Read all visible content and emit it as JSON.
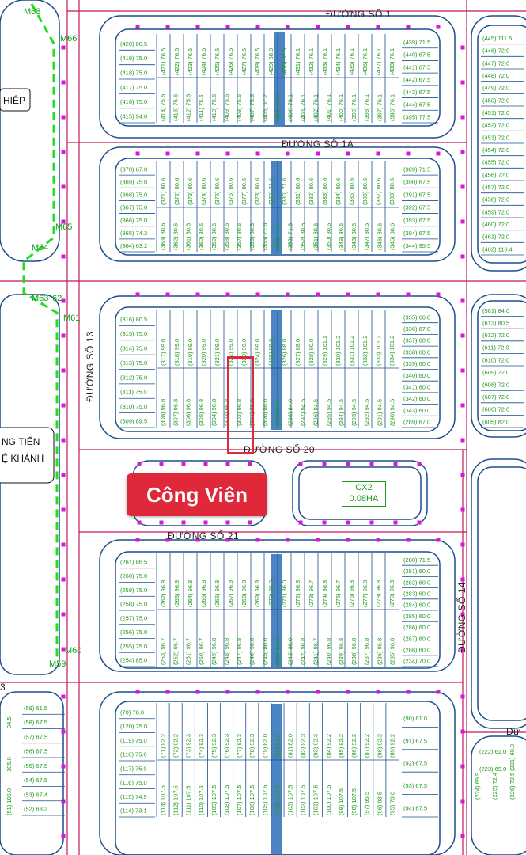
{
  "roads": {
    "so1": "ĐƯỜNG SỐ 1",
    "so1a": "ĐƯỜNG SỐ 1A",
    "so13": "ĐƯỜNG SỐ 13",
    "so20": "ĐƯỜNG SỐ 20",
    "so21": "ĐƯỜNG SỐ 21",
    "so14": "ĐƯỜNG SỐ 14",
    "partial_right": "Đư",
    "partial_left": "3"
  },
  "places": {
    "hiep": "HIỆP",
    "tien_line1": "NG TIẾN",
    "tien_line2": "Ệ KHÁNH",
    "park": "Công Viên",
    "cx2_code": "CX2",
    "cx2_area": "0.08HA"
  },
  "markers": [
    "M68",
    "M66",
    "M65",
    "M64",
    "M63",
    "62",
    "M61",
    "M60",
    "M59"
  ],
  "colors": {
    "road": "#c2185b",
    "block": "#1a4f8c",
    "lot_text": "#1f9a1f",
    "boundary": "#22dd22",
    "park_bg": "#e0283b"
  },
  "blocks": {
    "b1": {
      "left": [
        "(420) 80.5",
        "(419) 75.0",
        "(418) 75.0",
        "(417) 75.0",
        "(416) 75.0",
        "(415) 94.0"
      ],
      "top": [
        "(421) 76.5",
        "(422) 76.5",
        "(423) 76.5",
        "(424) 76.5",
        "(425) 76.5",
        "(426) 76.5",
        "(427) 76.5",
        "(428) 76.5",
        "(429) 68.0",
        "(430) 67.6",
        "(431) 76.1",
        "(432) 76.1",
        "(433) 76.1",
        "(434) 76.1",
        "(435) 76.1",
        "(436) 76.1",
        "(437) 76.1",
        "(438) 76.1"
      ],
      "bottom": [
        "(414) 75.6",
        "(413) 75.6",
        "(412) 75.6",
        "(411) 75.6",
        "(410) 75.6",
        "(409) 75.6",
        "(408) 75.6",
        "(407) 75.6",
        "(406) 67.2",
        "(405) 67.6",
        "(404) 76.1",
        "(403) 76.1",
        "(402) 76.1",
        "(401) 76.1",
        "(400) 76.1",
        "(399) 76.1",
        "(398) 76.1",
        "(397) 76.1",
        "(396) 76.1"
      ],
      "right": [
        "(439) 71.5",
        "(440) 67.5",
        "(441) 67.5",
        "(442) 67.5",
        "(443) 67.5",
        "(444) 67.5",
        "(395) 77.5"
      ]
    },
    "b2": {
      "left": [
        "(370) 67.0",
        "(369) 75.0",
        "(368) 75.0",
        "(367) 75.0",
        "(366) 75.0",
        "(365) 74.3",
        "(364) 63.2"
      ],
      "top": [
        "(371) 80.6",
        "(372) 80.6",
        "(373) 80.6",
        "(374) 80.6",
        "(375) 80.6",
        "(376) 80.6",
        "(377) 80.6",
        "(378) 80.6",
        "(379) 71.6",
        "(380) 71.6",
        "(381) 80.6",
        "(382) 80.6",
        "(383) 80.6",
        "(384) 80.6",
        "(385) 80.6",
        "(386) 80.6",
        "(387) 80.6",
        "(388) 80.6"
      ],
      "bottom": [
        "(363) 80.6",
        "(362) 80.6",
        "(361) 80.6",
        "(360) 80.6",
        "(359) 80.6",
        "(358) 80.6",
        "(357) 80.6",
        "(356) 80.6",
        "(355) 71.6",
        "(354) 71.6",
        "(353) 71.6",
        "(352) 80.6",
        "(351) 80.6",
        "(350) 80.6",
        "(349) 80.6",
        "(348) 80.6",
        "(347) 80.6",
        "(346) 80.6",
        "(345) 80.6"
      ],
      "right": [
        "(389) 71.5",
        "(390) 67.5",
        "(391) 67.5",
        "(392) 67.5",
        "(393) 67.5",
        "(394) 67.5",
        "(344) 95.5"
      ]
    },
    "b3": {
      "left": [
        "(316) 80.5",
        "(315) 75.0",
        "(314) 75.0",
        "(313) 75.0",
        "(312) 75.0",
        "(311) 75.0",
        "(310) 75.0",
        "(309) 89.5"
      ],
      "top": [
        "(317) 99.0",
        "(318) 99.0",
        "(319) 99.0",
        "(320) 99.0",
        "(321) 99.0",
        "(322) 99.0",
        "(323) 99.0",
        "(324) 99.0",
        "(325) 88.0",
        "(326) 88.0",
        "(327) 88.0",
        "(328) 90.0",
        "(329) 101.2",
        "(330) 101.2",
        "(331) 101.2",
        "(332) 101.2",
        "(333) 101.2",
        "(334) 101.2"
      ],
      "bottom": [
        "(308) 96.8",
        "(307) 96.8",
        "(306) 96.8",
        "(305) 96.8",
        "(304) 96.8",
        "(303) 96.8",
        "(302) 96.8",
        "(301) 86.0",
        "(300) 86.0",
        "(299) 86.0",
        "(298) 84.0",
        "(297) 94.5",
        "(296) 94.5",
        "(295) 94.5",
        "(294) 94.5",
        "(293) 94.5",
        "(292) 94.5",
        "(291) 94.5",
        "(290) 94.5"
      ],
      "right": [
        "(335) 66.0",
        "(336) 67.0",
        "(337) 60.0",
        "(338) 60.0",
        "(339) 60.0",
        "(340) 60.0",
        "(341) 60.0",
        "(342) 60.0",
        "(343) 60.0",
        "(289) 67.0"
      ]
    },
    "b4": {
      "left": [
        "(261) 86.5",
        "(260) 75.0",
        "(259) 75.0",
        "(258) 75.0",
        "(257) 75.0",
        "(256) 75.0",
        "(255) 75.0",
        "(254) 85.0"
      ],
      "top": [
        "(262) 96.8",
        "(263) 96.8",
        "(264) 96.8",
        "(265) 96.8",
        "(266) 96.8",
        "(267) 96.8",
        "(268) 96.8",
        "(269) 96.8",
        "(270) 86.0",
        "(271) 86.0",
        "(272) 96.8",
        "(273) 96.7",
        "(274) 96.8",
        "(275) 96.7",
        "(276) 96.8",
        "(277) 96.8",
        "(278) 96.8",
        "(279) 96.8"
      ],
      "bottom": [
        "(253) 96.7",
        "(252) 96.7",
        "(251) 96.7",
        "(250) 96.7",
        "(249) 96.8",
        "(248) 96.8",
        "(247) 96.8",
        "(246) 96.8",
        "(245) 86.0",
        "(244) 86.0",
        "(243) 86.0",
        "(242) 96.8",
        "(241) 96.7",
        "(240) 96.8",
        "(239) 96.8",
        "(238) 96.8",
        "(237) 96.8",
        "(236) 96.8",
        "(235) 96.8"
      ],
      "right": [
        "(280) 71.5",
        "(281) 60.0",
        "(282) 60.0",
        "(283) 60.0",
        "(284) 60.0",
        "(285) 60.0",
        "(286) 60.0",
        "(287) 60.0",
        "(288) 60.0",
        "(234) 70.0"
      ]
    },
    "b5": {
      "left": [
        "(70) 78.0",
        "(120) 75.0",
        "(119) 75.0",
        "(118) 75.0",
        "(117) 75.0",
        "(116) 75.0",
        "(115) 74.9",
        "(114) 73.1"
      ],
      "top": [
        "(71) 92.2",
        "(72) 92.2",
        "(73) 92.3",
        "(74) 92.3",
        "(75) 92.3",
        "(76) 92.3",
        "(77) 92.3",
        "(78) 92.3",
        "(79) 82.0",
        "(80) 82.0",
        "(81) 82.0",
        "(82) 92.3",
        "(83) 92.3",
        "(84) 92.2",
        "(85) 92.2",
        "(86) 92.2",
        "(87) 92.2",
        "(88) 92.2",
        "(89) 92.2"
      ],
      "bottom": [
        "(113) 107.5",
        "(112) 107.5",
        "(111) 107.5",
        "(110) 107.5",
        "(109) 107.5",
        "(108) 107.5",
        "(107) 107.5",
        "(106) 107.5",
        "(105) 107.5",
        "(104) 107.5",
        "(103) 107.5",
        "(102) 107.5",
        "(101) 107.5",
        "(100) 107.5",
        "(99) 107.5",
        "(98) 107.5",
        "(97) 95.5",
        "(96) 93.5",
        "(95) 73.0"
      ],
      "right": [
        "(90) 61.0",
        "(91) 67.5",
        "(92) 67.5",
        "(93) 67.5",
        "(94) 67.5"
      ]
    },
    "b_right_top": [
      "(445) 111.5",
      "(446) 72.0",
      "(447) 72.0",
      "(448) 72.0",
      "(449) 72.0",
      "(450) 72.0",
      "(451) 72.0",
      "(452) 72.0",
      "(453) 72.0",
      "(454) 72.0",
      "(455) 72.0",
      "(456) 72.0",
      "(457) 72.0",
      "(458) 72.0",
      "(459) 72.0",
      "(460) 72.0",
      "(461) 72.0",
      "(462) 110.4"
    ],
    "b_right_mid": [
      "(561) 84.0",
      "(613) 80.5",
      "(612) 72.0",
      "(611) 72.0",
      "(610) 72.0",
      "(609) 72.0",
      "(608) 72.0",
      "(607) 72.0",
      "(606) 72.0",
      "(605) 82.0"
    ],
    "b_left_bottom": [
      "(59) 61.5",
      "(58) 67.5",
      "(57) 67.5",
      "(56) 67.5",
      "(55) 67.5",
      "(54) 67.5",
      "(53) 67.4",
      "(52) 63.2"
    ],
    "b_left_bottom_vert": [
      "94.5",
      "105.0",
      "(51) 105.0"
    ],
    "b_right_bottom": [
      "(222) 61.0",
      "(223) 69.0",
      "(221) 60.0",
      "(224) 69.9",
      "(225) 72.4",
      "(226) 72.5"
    ]
  }
}
